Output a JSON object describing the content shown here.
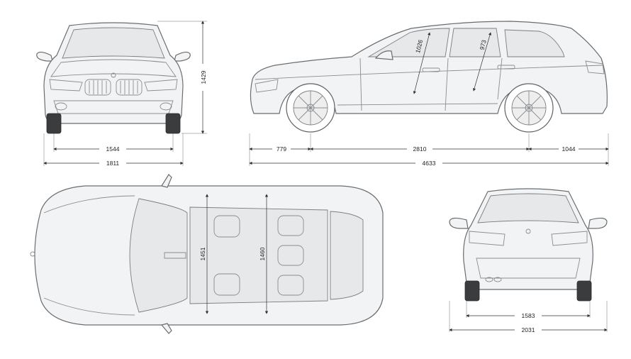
{
  "dimensions": {
    "front_track": "1544",
    "front_width": "1811",
    "height": "1429",
    "front_overhang": "779",
    "wheelbase": "2810",
    "rear_overhang": "1044",
    "length": "4633",
    "front_headroom": "1026",
    "rear_headroom": "973",
    "front_shoulder": "1451",
    "rear_shoulder": "1460",
    "rear_track": "1583",
    "width_mirrors": "2031"
  },
  "colors": {
    "line": "#6a6d70",
    "fill": "#f2f3f4",
    "dimension": "#2f3133"
  }
}
